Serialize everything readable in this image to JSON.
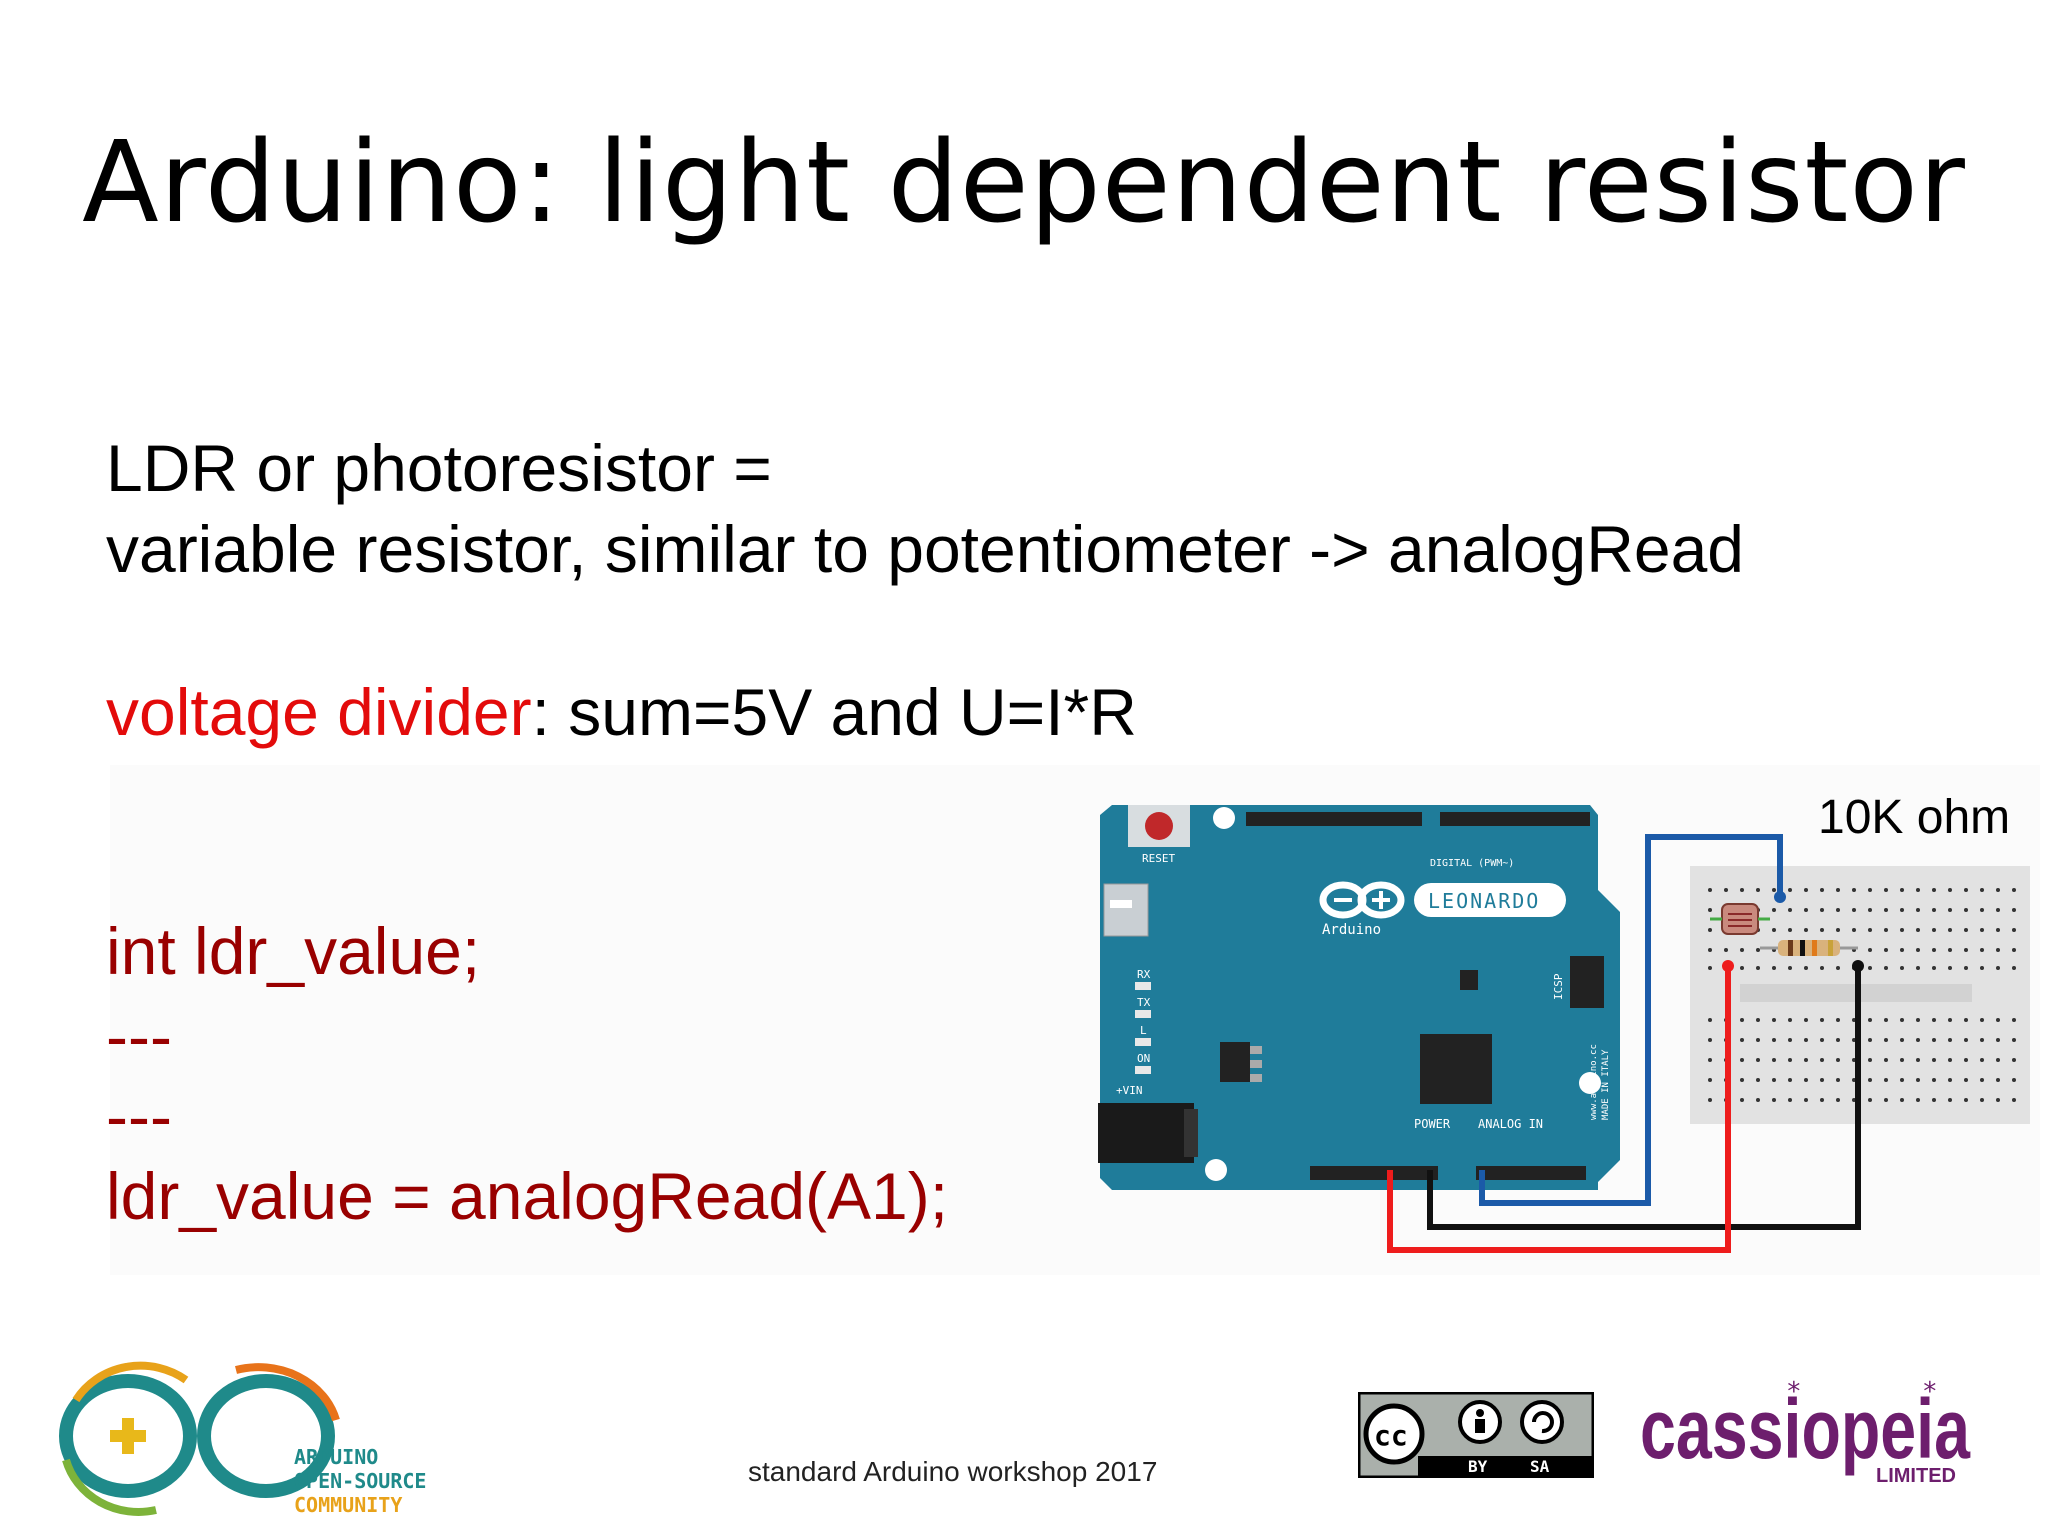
{
  "slide": {
    "title": "Arduino: light dependent resistor",
    "line1": "LDR or photoresistor =",
    "line2": "variable resistor, similar to potentiometer -> analogRead",
    "divider_red": "voltage divider",
    "divider_rest": ": sum=5V and U=I*R",
    "code": [
      "int ldr_value;",
      "---",
      "---",
      "ldr_value = analogRead(A1);"
    ],
    "footer": "standard Arduino workshop 2017"
  },
  "diagram": {
    "resistor_label": "10K ohm",
    "board": {
      "model": "LEONARDO",
      "brand": "Arduino",
      "reset": "RESET",
      "digital": "DIGITAL (PWM~)",
      "icsp": "ICSP",
      "power": "POWER",
      "analog": "ANALOG IN",
      "rx": "RX",
      "tx": "TX",
      "l": "L",
      "on": "ON",
      "vin": "+VIN",
      "made": "MADE IN ITALY",
      "web": "www.arduino.cc"
    },
    "colors": {
      "board": "#1f7c9a",
      "wire_red": "#ee1c1c",
      "wire_blue": "#1b5aa8",
      "wire_black": "#111111"
    }
  },
  "logos": {
    "community": [
      "ARDUINO",
      "OPEN-SOURCE",
      "COMMUNITY"
    ],
    "cc": [
      "BY",
      "SA"
    ],
    "company": "cassiopeia",
    "company_sub": "LIMITED"
  }
}
